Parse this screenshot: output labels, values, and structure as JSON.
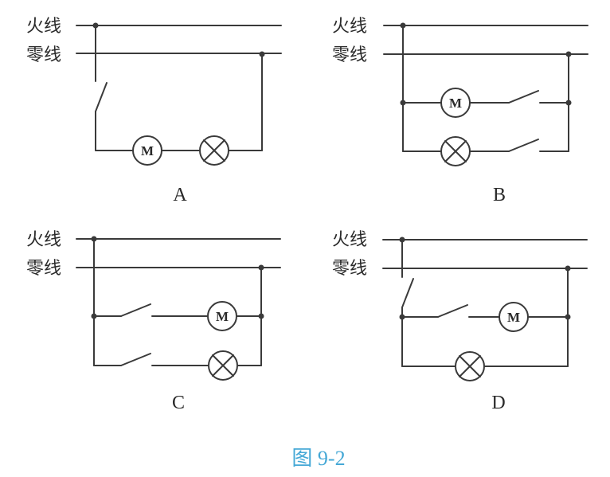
{
  "labels": {
    "live_wire": "火线",
    "neutral_wire": "零线",
    "motor_symbol": "M"
  },
  "panels": [
    {
      "id": "A",
      "label": "A",
      "description": "Single switch on live wire, motor and lamp in series"
    },
    {
      "id": "B",
      "label": "B",
      "description": "Motor and lamp in parallel, each with own switch on neutral side"
    },
    {
      "id": "C",
      "label": "C",
      "description": "Motor and lamp in parallel, each with own switch on live side"
    },
    {
      "id": "D",
      "label": "D",
      "description": "Main switch on live wire; motor branch with own switch, lamp branch without switch"
    }
  ],
  "caption": "图 9-2",
  "colors": {
    "line": "#3a3a3a",
    "caption": "#45a8d6"
  }
}
